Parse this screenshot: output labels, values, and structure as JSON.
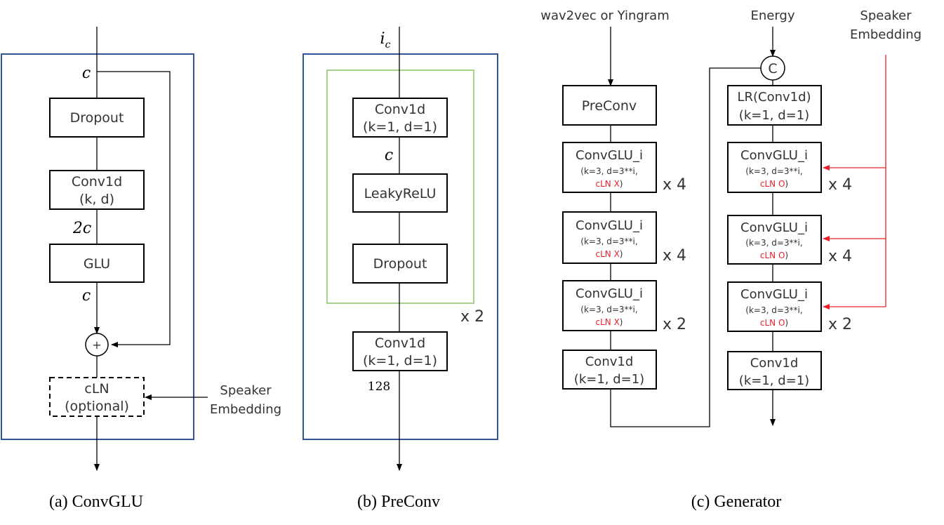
{
  "panel_a": {
    "caption": "(a) ConvGLU",
    "dim_c_top": "c",
    "dropout": "Dropout",
    "conv1d_line1": "Conv1d",
    "conv1d_line2": "(k, d)",
    "dim_2c": "2c",
    "glu": "GLU",
    "dim_c_mid": "c",
    "plus": "+",
    "cln_line1": "cLN",
    "cln_line2": "(optional)",
    "speaker_line1": "Speaker",
    "speaker_line2": "Embedding"
  },
  "panel_b": {
    "caption": "(b) PreConv",
    "input": "i",
    "input_sub": "c",
    "conv1d_a_line1": "Conv1d",
    "conv1d_a_line2": "(k=1, d=1)",
    "dim_c": "c",
    "leakyrelu": "LeakyReLU",
    "dropout": "Dropout",
    "repeat": "x 2",
    "conv1d_b_line1": "Conv1d",
    "conv1d_b_line2": "(k=1, d=1)",
    "dim_128": "128"
  },
  "panel_c": {
    "caption": "(c) Generator",
    "input_left": "wav2vec or Yingram",
    "input_energy": "Energy",
    "speaker_line1": "Speaker",
    "speaker_line2": "Embedding",
    "concat": "C",
    "left": {
      "preconv": "PreConv",
      "blocks": [
        {
          "title": "ConvGLU_i",
          "params": "(k=3, d=3**i,",
          "cln": "cLN X",
          "close": ")",
          "repeat": "x 4"
        },
        {
          "title": "ConvGLU_i",
          "params": "(k=3, d=3**i,",
          "cln": "cLN X",
          "close": ")",
          "repeat": "x 4"
        },
        {
          "title": "ConvGLU_i",
          "params": "(k=3, d=3**i,",
          "cln": "cLN X",
          "close": ")",
          "repeat": "x 2"
        }
      ],
      "conv1d_line1": "Conv1d",
      "conv1d_line2": "(k=1, d=1)"
    },
    "right": {
      "lr_line1": "LR(Conv1d)",
      "lr_line2": "(k=1, d=1)",
      "blocks": [
        {
          "title": "ConvGLU_i",
          "params": "(k=3, d=3**i,",
          "cln": "cLN O",
          "close": ")",
          "repeat": "x 4"
        },
        {
          "title": "ConvGLU_i",
          "params": "(k=3, d=3**i,",
          "cln": "cLN O",
          "close": ")",
          "repeat": "x 4"
        },
        {
          "title": "ConvGLU_i",
          "params": "(k=3, d=3**i,",
          "cln": "cLN O",
          "close": ")",
          "repeat": "x 2"
        }
      ],
      "conv1d_line1": "Conv1d",
      "conv1d_line2": "(k=1, d=1)"
    }
  },
  "colors": {
    "panel_border": "#2f5597",
    "loop_border": "#a9d18e",
    "speaker_red": "#e8202a"
  }
}
